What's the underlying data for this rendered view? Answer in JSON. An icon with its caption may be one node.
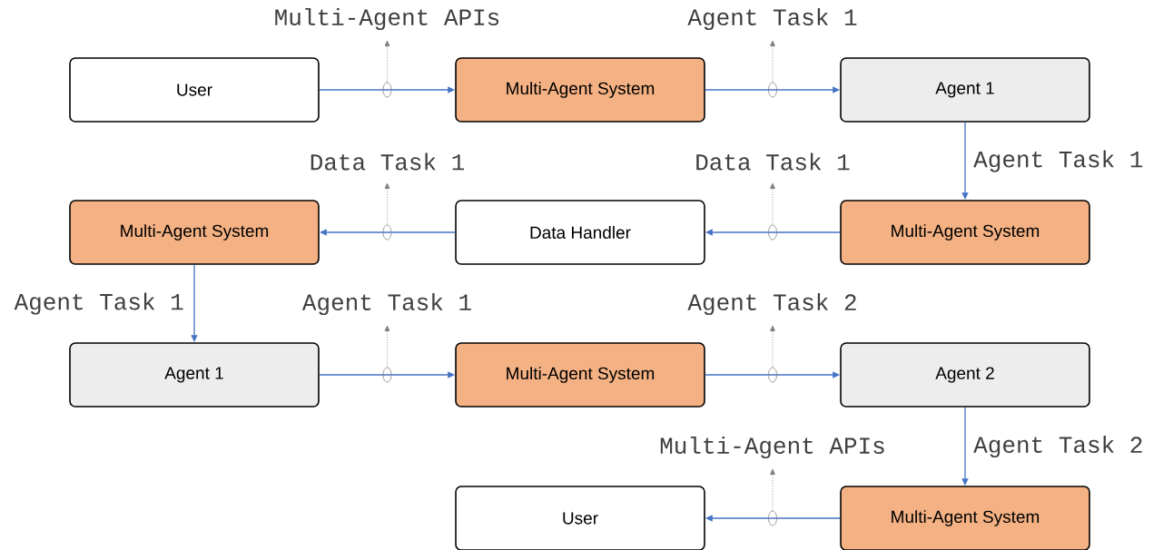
{
  "diagram": {
    "nodes": [
      {
        "text": [
          "User"
        ]
      },
      {
        "text": [
          "Multi-Agent System"
        ]
      },
      {
        "text": [
          "Agent 1"
        ]
      },
      {
        "text": [
          "Multi-Agent System"
        ]
      },
      {
        "text": [
          "Data Handler"
        ]
      },
      {
        "text": [
          "Multi-Agent System"
        ]
      },
      {
        "text": [
          "Agent 1"
        ]
      },
      {
        "text": [
          "Multi-Agent System"
        ]
      },
      {
        "text": [
          "Agent 2"
        ]
      },
      {
        "text": [
          "User"
        ]
      },
      {
        "text": [
          "Multi-Agent System"
        ]
      }
    ],
    "edges": [
      {
        "from": 0,
        "to": 1,
        "arrow": "to",
        "label": "Multi-Agent APIs"
      },
      {
        "from": 1,
        "to": 2,
        "arrow": "to",
        "label": "Agent Task 1"
      },
      {
        "from": 2,
        "to": 5,
        "arrow": "to",
        "label": "Agent Task 1"
      },
      {
        "from": 5,
        "to": 4,
        "arrow": "to",
        "label": "Data Task 1"
      },
      {
        "from": 4,
        "to": 3,
        "arrow": "to",
        "label": "Data Task 1"
      },
      {
        "from": 3,
        "to": 6,
        "arrow": "to",
        "label": "Agent Task 1"
      },
      {
        "from": 6,
        "to": 7,
        "arrow": "to",
        "label": "Agent Task 1"
      },
      {
        "from": 7,
        "to": 8,
        "arrow": "to",
        "label": "Agent Task 2"
      },
      {
        "from": 8,
        "to": 10,
        "arrow": "to",
        "label": "Agent Task 2"
      },
      {
        "from": 10,
        "to": 9,
        "arrow": "to",
        "label": "Multi-Agent APIs"
      }
    ]
  }
}
